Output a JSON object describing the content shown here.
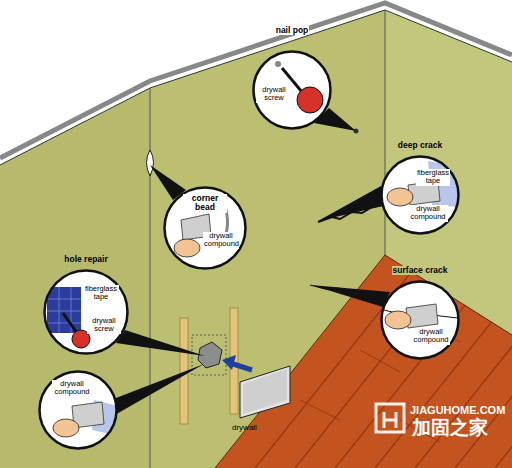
{
  "diagram": {
    "nodes": [
      {
        "text": [
          "nail pop",
          "drywall screw"
        ]
      },
      {
        "text": [
          "deep crack",
          "fiberglass tape",
          "drywall compound"
        ]
      },
      {
        "text": [
          "corner bead",
          "drywall compound"
        ]
      },
      {
        "text": [
          "hole repair",
          "fiberglass tape",
          "drywall screw"
        ]
      },
      {
        "text": [
          "surface crack",
          "drywall compound"
        ]
      },
      {
        "text": [
          "drywall compound"
        ]
      }
    ],
    "labels": [
      "drywall",
      "JIAGUHOME.COM",
      "加固之家"
    ]
  }
}
